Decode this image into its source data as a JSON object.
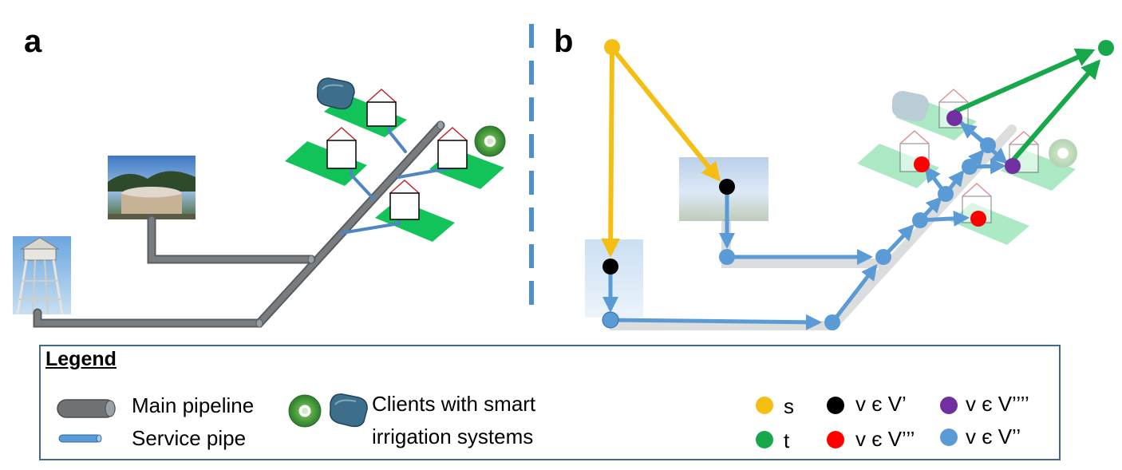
{
  "panels": {
    "a": "a",
    "b": "b"
  },
  "legend": {
    "title": "Legend",
    "main_pipeline": "Main pipeline",
    "service_pipe": "Service pipe",
    "clients_line1": "Clients with smart",
    "clients_line2": "irrigation systems",
    "s": "s",
    "t": "t",
    "v_prime": "v є V’",
    "v_triple": "v є V’’’",
    "v_quad": "v є V’’’’",
    "v_double": "v є V’’"
  },
  "colors": {
    "main_pipe": "#6f7275",
    "service_pipe": "#5b9bd5",
    "lawn_green": "#12c35a",
    "source_yellow": "#f5be12",
    "sink_green": "#16a84a",
    "v_prime_black": "#000000",
    "v_triple_red": "#ff0000",
    "v_quad_purple": "#7030a0",
    "v_double_blue": "#5b9bd5",
    "divider_blue": "#4f8fca",
    "legend_border": "#41698f"
  },
  "icons": {
    "water_tower": "water-tower-photo",
    "reservoir": "reservoir-tank-photo",
    "house": "house-icon",
    "smart_controller": "smart-irrigation-controller-icon",
    "round_sensor": "round-irrigation-sensor-icon"
  }
}
